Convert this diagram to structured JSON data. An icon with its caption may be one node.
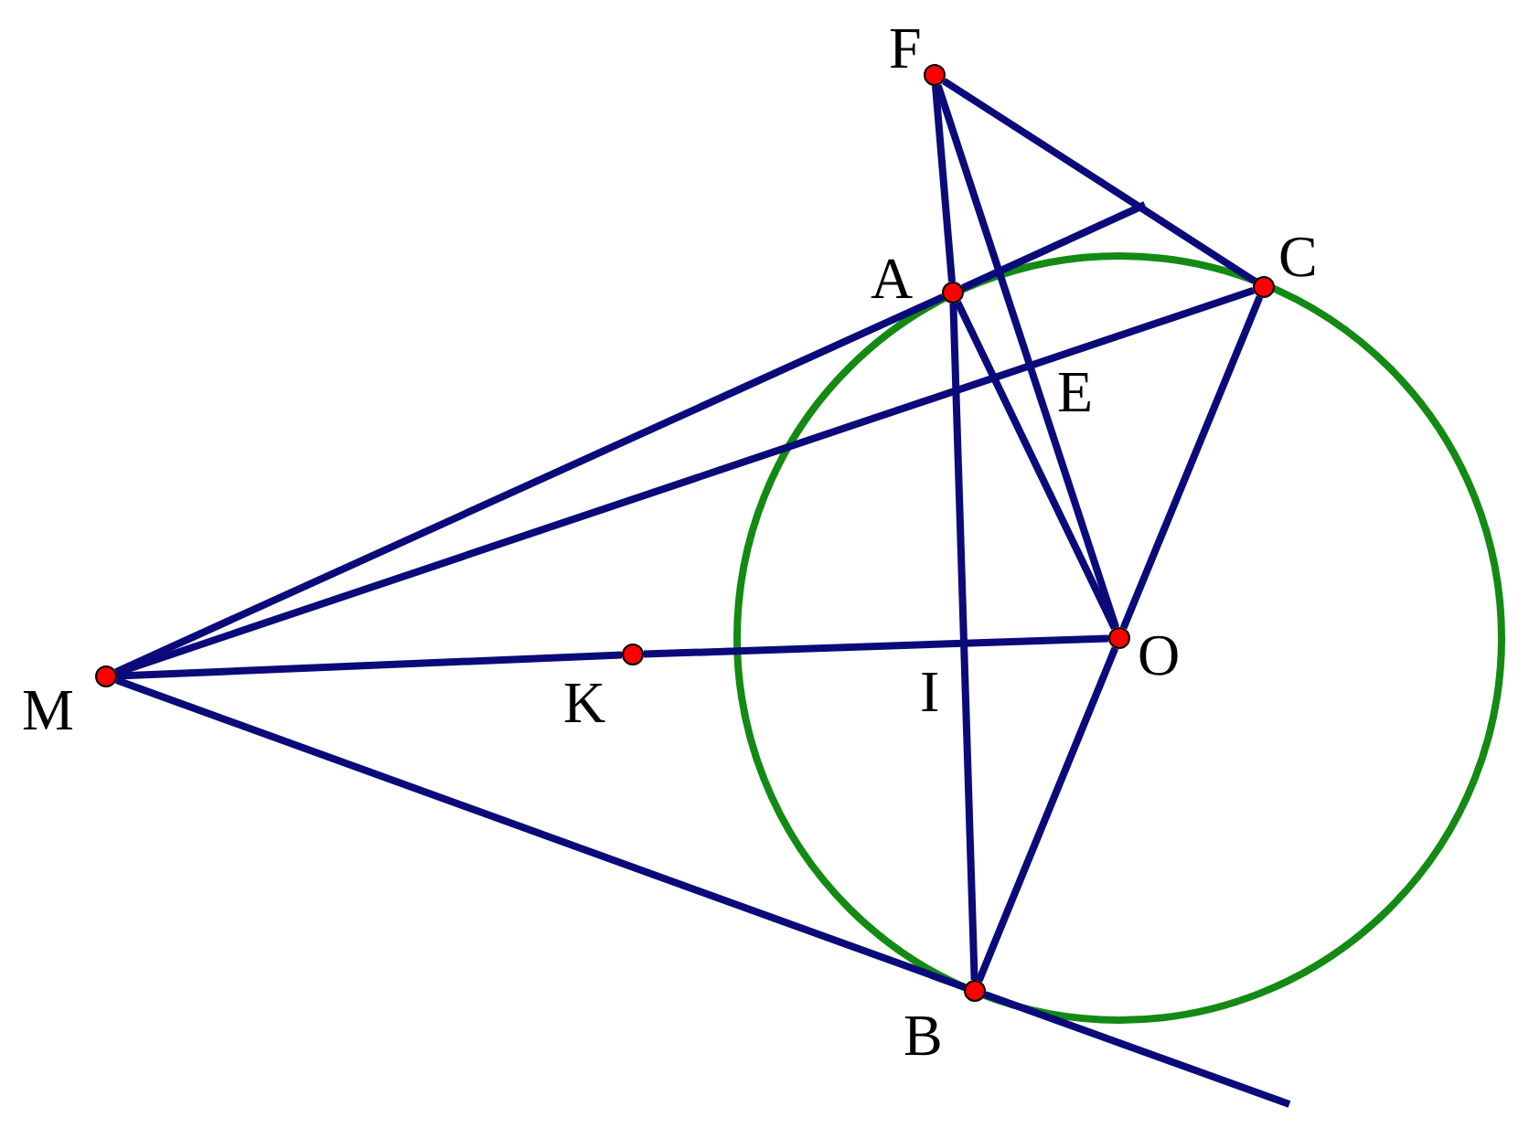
{
  "diagram": {
    "nodes": [
      {
        "text": [
          "F"
        ]
      },
      {
        "text": [
          "A"
        ]
      },
      {
        "text": [
          "C"
        ]
      },
      {
        "text": [
          "M"
        ]
      },
      {
        "text": [
          "K"
        ]
      },
      {
        "text": [
          "O"
        ]
      },
      {
        "text": [
          "B"
        ]
      }
    ],
    "edges": [
      {
        "from": 3,
        "to": 1,
        "arrow": "none"
      },
      {
        "from": 1,
        "to": null,
        "arrow": "none"
      },
      {
        "from": 3,
        "to": 2,
        "arrow": "none"
      },
      {
        "from": 3,
        "to": 4,
        "arrow": "none"
      },
      {
        "from": 4,
        "to": 5,
        "arrow": "none"
      },
      {
        "from": 3,
        "to": 6,
        "arrow": "none"
      },
      {
        "from": 6,
        "to": null,
        "arrow": "none"
      },
      {
        "from": 0,
        "to": 2,
        "arrow": "none"
      },
      {
        "from": 0,
        "to": 1,
        "arrow": "none"
      },
      {
        "from": 1,
        "to": 6,
        "arrow": "none"
      },
      {
        "from": 0,
        "to": 5,
        "arrow": "none"
      },
      {
        "from": 1,
        "to": 5,
        "arrow": "none"
      },
      {
        "from": 2,
        "to": 5,
        "arrow": "none"
      },
      {
        "from": 5,
        "to": 6,
        "arrow": "none"
      }
    ],
    "labels": [
      "E",
      "I"
    ]
  }
}
